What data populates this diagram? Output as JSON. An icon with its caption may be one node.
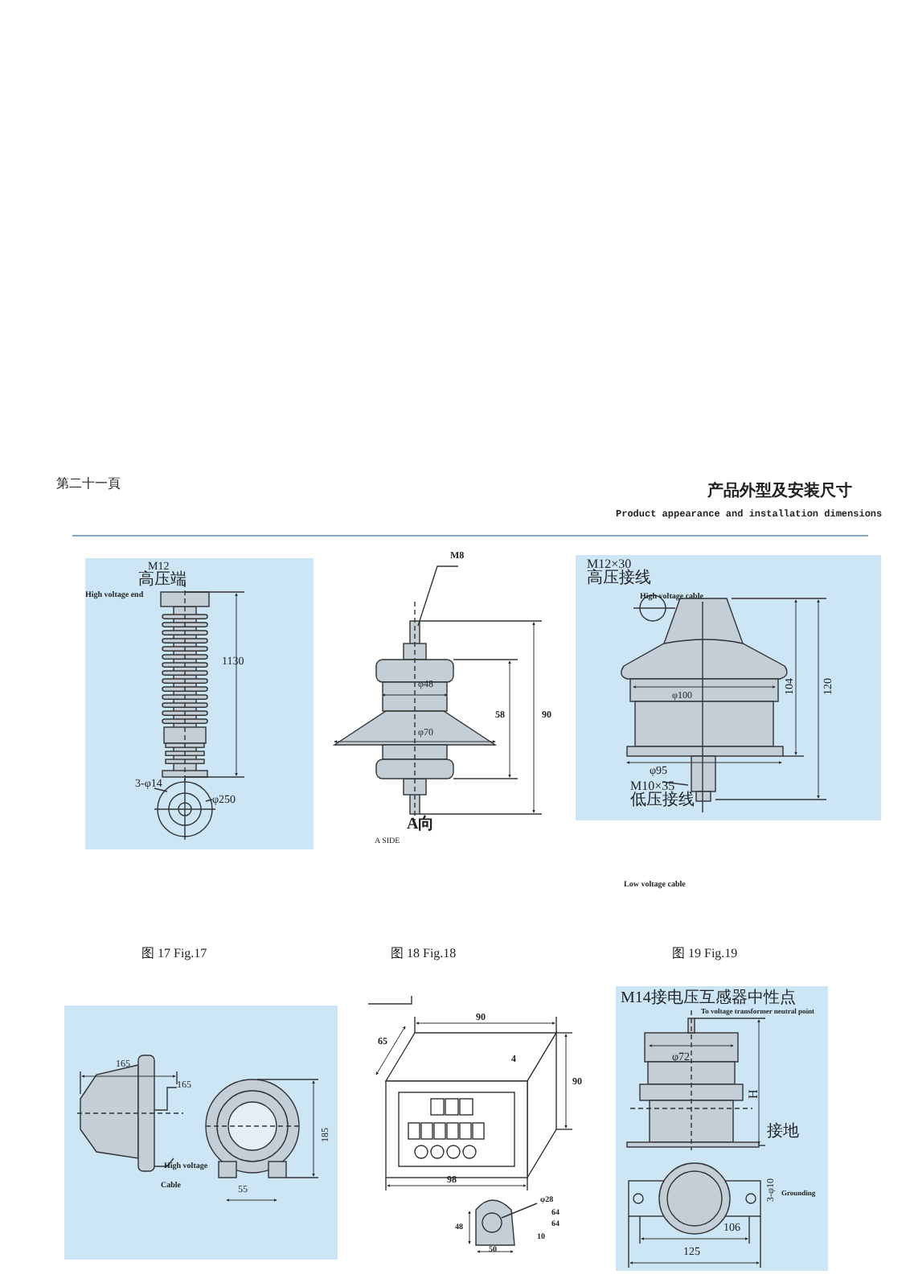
{
  "diagram": {
    "labels": [
      "第二十一頁",
      "产品外型及安装尺寸",
      "Product appearance and installation dimensions",
      "M12",
      "高压端",
      "High voltage end",
      "1130",
      "3-φ14",
      "φ250",
      "M8",
      "φ48",
      "φ70",
      "58",
      "90",
      "A向",
      "A SIDE",
      "M12×30",
      "高压接线",
      "High voltage cable",
      "φ100",
      "104",
      "120",
      "φ95",
      "M10×35",
      "低压接线",
      "Low voltage cable",
      "图 17 Fig.17",
      "图 18 Fig.18",
      "图 19 Fig.19",
      "165",
      "165",
      "High voltage",
      "Cable",
      "185",
      "55",
      "90",
      "65",
      "4",
      "90",
      "98",
      "φ28",
      "64",
      "64",
      "48",
      "50",
      "10",
      "M14接电压互感器中性点",
      "To voltage transformer neutral point",
      "φ72",
      "H",
      "接地",
      "3-φ10",
      "Grounding",
      "106",
      "125"
    ]
  }
}
